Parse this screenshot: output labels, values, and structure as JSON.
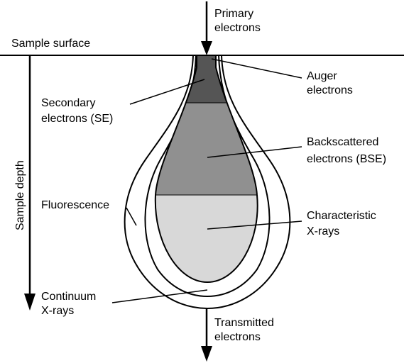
{
  "labels": {
    "primary_electrons": [
      "Primary",
      "electrons"
    ],
    "sample_surface": "Sample surface",
    "sample_depth": "Sample depth",
    "auger_electrons": [
      "Auger",
      "electrons"
    ],
    "secondary_electrons": [
      "Secondary",
      "electrons (SE)"
    ],
    "backscattered_electrons": [
      "Backscattered",
      "electrons (BSE)"
    ],
    "fluorescence": "Fluorescence",
    "characteristic_xrays": [
      "Characteristic",
      "X-rays"
    ],
    "continuum_xrays": [
      "Continuum",
      "X-rays"
    ],
    "transmitted_electrons": [
      "Transmitted",
      "electrons"
    ]
  },
  "colors": {
    "stroke": "#000000",
    "secondary_zone": "#555555",
    "backscattered_zone": "#909090",
    "characteristic_zone": "#d8d8d8",
    "background": "#ffffff"
  }
}
